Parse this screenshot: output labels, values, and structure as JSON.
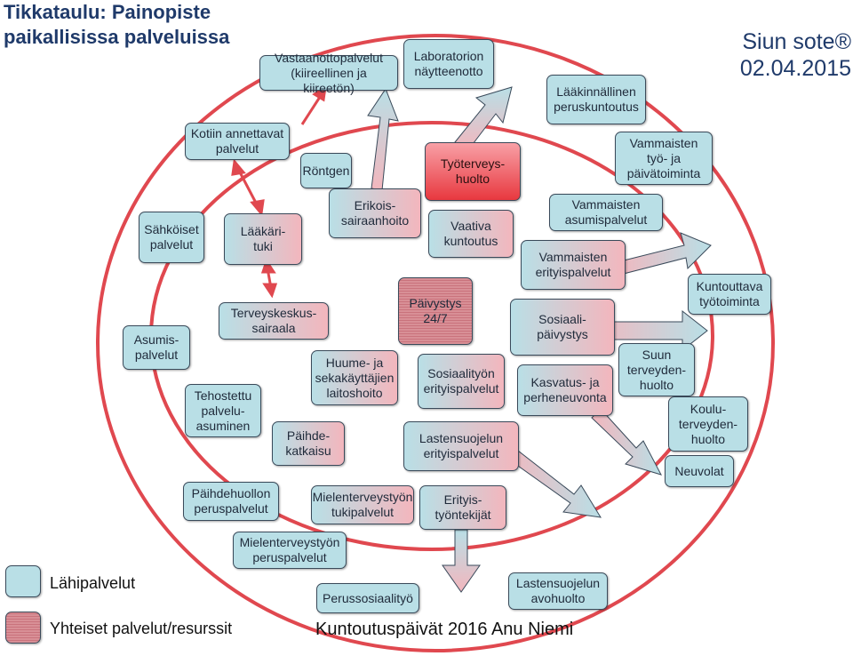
{
  "title": "Tikkataulu: Painopiste\npaikallisissa palveluissa",
  "logo": {
    "org": "Siun sote®",
    "date": "02.04.2015"
  },
  "footer": "Kuntoutuspäivät 2016 Anu Niemi",
  "legend": [
    {
      "label": "Lähipalvelut",
      "type": "local"
    },
    {
      "label": "Yhteiset palvelut/resurssit",
      "type": "shared"
    }
  ],
  "nodes": {
    "vastaanotto": "Vastaanottopalvelut\n(kiireellinen ja kiireetön)",
    "laboratorio": "Laboratorion\nnäytteenotto",
    "laakinnallinen": "Lääkinnällinen\nperuskuntoutus",
    "kotiin": "Kotiin annettavat\npalvelut",
    "rontgen": "Röntgen",
    "tyoterveys": "Työterveys-\nhuolto",
    "vammaisten_tyo": "Vammaisten\ntyö- ja\npäivätoiminta",
    "sahkoiset": "Sähköiset\npalvelut",
    "laakarituki": "Lääkäri-\ntuki",
    "erikois": "Erikois-\nsairaanhoito",
    "vaativa": "Vaativa\nkuntoutus",
    "vammaisten_asumis": "Vammaisten\nasumispalvelut",
    "vammaisten_erityis": "Vammaisten\nerityispalvelut",
    "kuntouttava": "Kuntouttava\ntyötoiminta",
    "asumis": "Asumis-\npalvelut",
    "terveyskeskus": "Terveyskeskus-\nsairaala",
    "paivystys": "Päivystys\n24/7",
    "sosiaalipaivystys": "Sosiaali-\npäivystys",
    "suun": "Suun\nterveyden-\nhuolto",
    "huume": "Huume- ja\nsekakäyttäjien\nlaitoshoito",
    "sosiaalityon_erityis": "Sosiaalityön\nerityispalvelut",
    "kasvatus": "Kasvatus- ja\nperheneuvonta",
    "koulu": "Koulu-\nterveyden-\nhuolto",
    "tehostettu": "Tehostettu\npalvelu-\nasuminen",
    "paihdekatkaisu": "Päihde-\nkatkaisu",
    "lastensuojelu_erityis": "Lastensuojelun\nerityispalvelut",
    "neuvolat": "Neuvolat",
    "paihdehuollon": "Päihdehuollon\nperuspalvelut",
    "mielenterveys_tuki": "Mielenterveystyön\ntukipalvelut",
    "erityistyontekijat": "Erityis-\ntyöntekijät",
    "mielenterveys_perus": "Mielenterveystyön\nperuspalvelut",
    "perussosiaalityo": "Perussosiaalityö",
    "lastensuojelu_avo": "Lastensuojelun\navohuolto"
  },
  "colors": {
    "local": "#b9dfe6",
    "shared": "#c9737c",
    "accent_red": "#e8383f",
    "ring": "#e0484f"
  }
}
